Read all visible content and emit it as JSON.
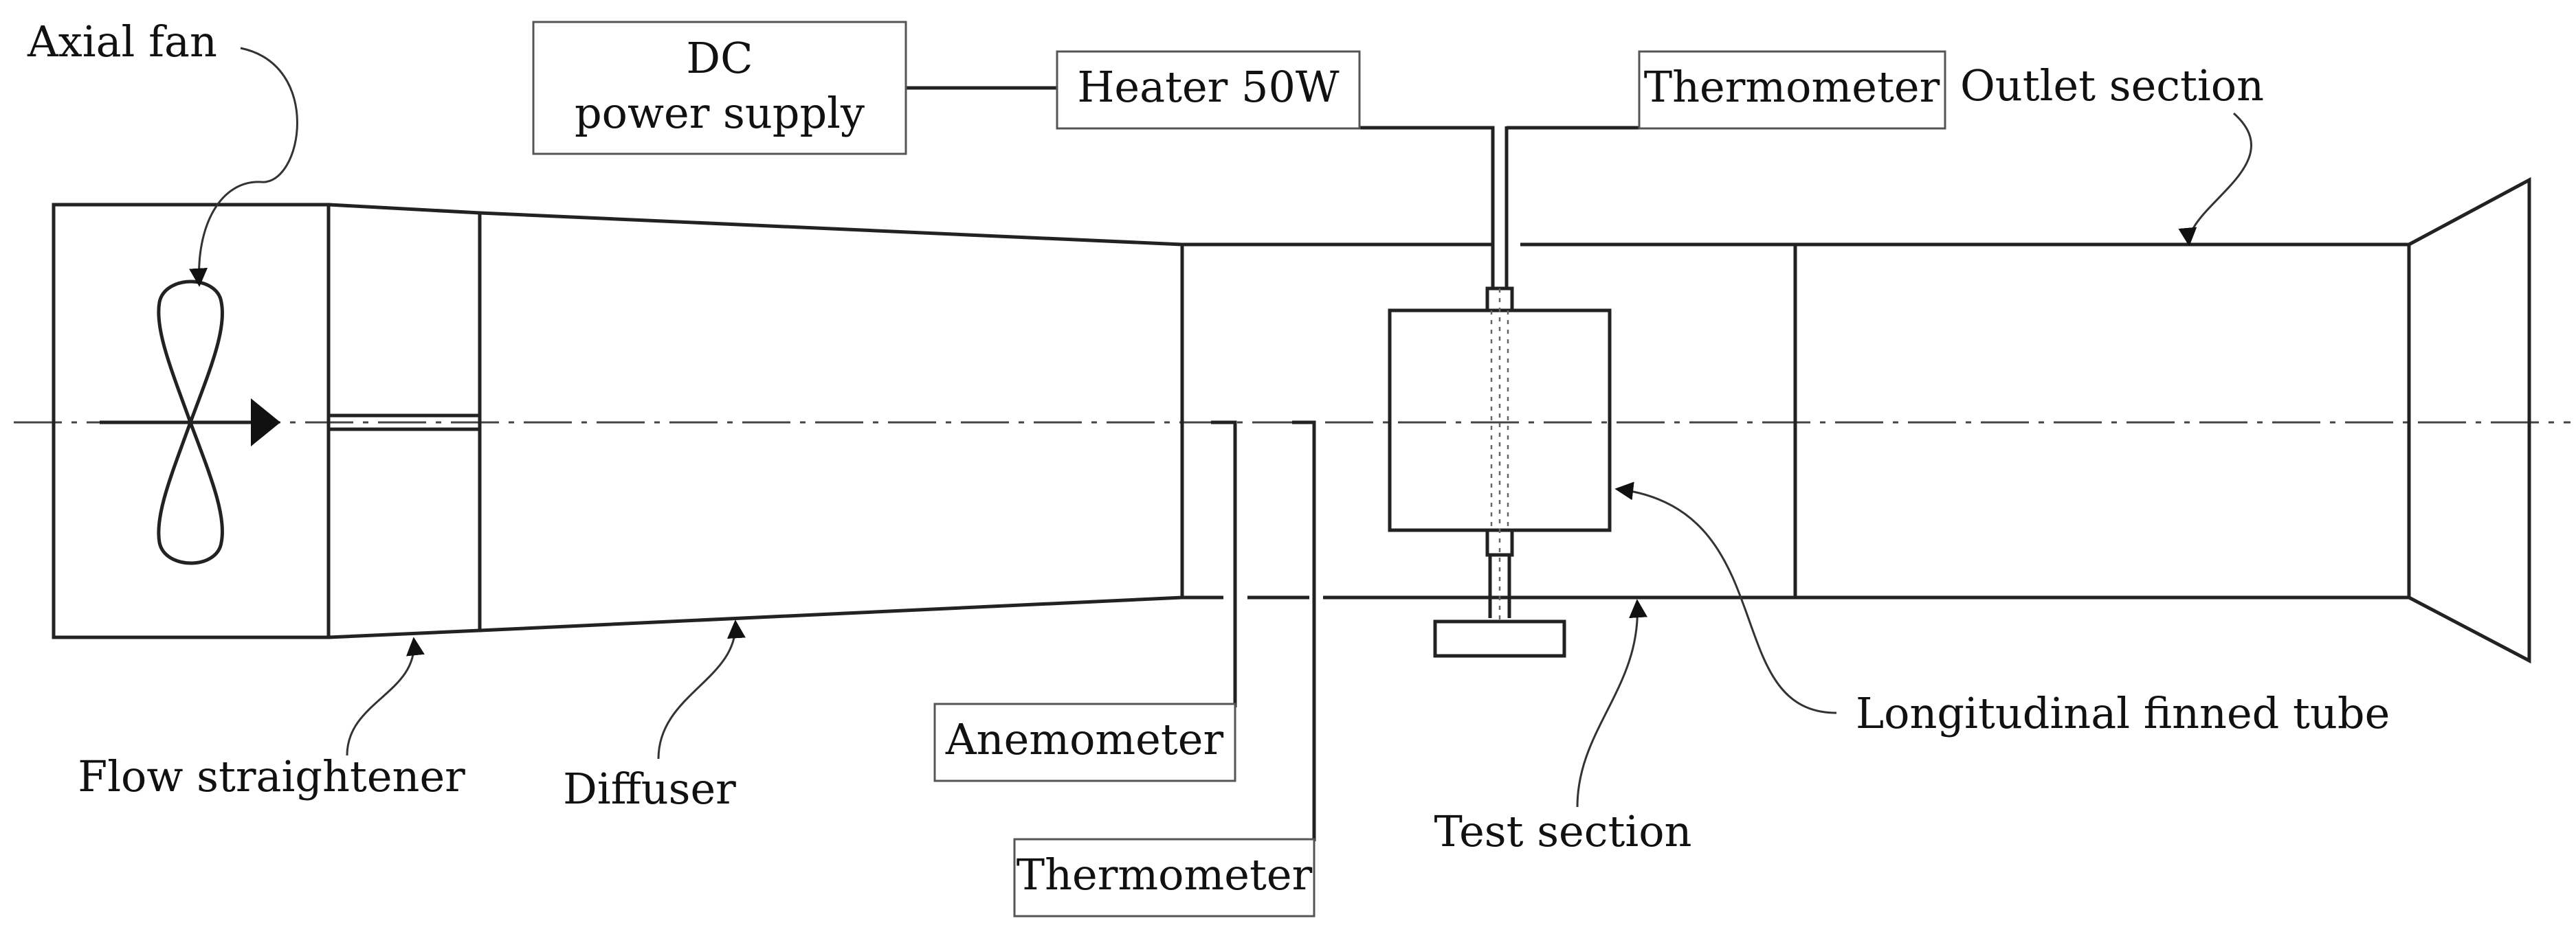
{
  "labels": {
    "axial_fan": "Axial fan",
    "dc_power_supply_line1": "DC",
    "dc_power_supply_line2": "power supply",
    "heater": "Heater 50W",
    "thermometer_top": "Thermometer",
    "outlet_section": "Outlet section",
    "flow_straightener": "Flow straightener",
    "diffuser": "Diffuser",
    "anemometer": "Anemometer",
    "thermometer_bottom": "Thermometer",
    "test_section": "Test section",
    "longitudinal_finned_tube": "Longitudinal finned tube"
  }
}
